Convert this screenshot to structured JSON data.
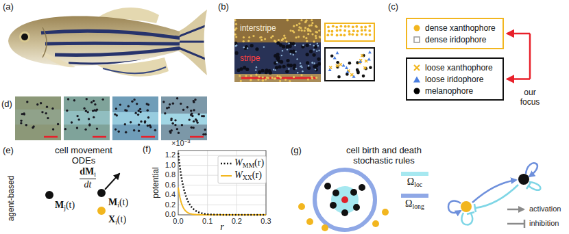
{
  "diagram": {
    "nodes": [
      {
        "text": [
          "dense xanthophore",
          "dense iridophore"
        ]
      },
      {
        "text": [
          "loose xanthophore",
          "loose iridophore",
          "melanophore"
        ]
      }
    ],
    "labels": [
      "(a)",
      "(b)",
      "interstripe",
      "stripe",
      "(c)",
      "our focus",
      "(d)",
      "(e)",
      "agent-based",
      "cell movement",
      "ODEs",
      "dMi",
      "dt",
      "Mj(t)",
      "Mi(t)",
      "Xi(t)",
      "(f)",
      "×10−3",
      "1.2",
      "1.0",
      "0.8",
      "0.6",
      "0.4",
      "0.2",
      "0.0",
      "0.0",
      "0.1",
      "0.2",
      "0.3",
      "potential",
      "r",
      "(g)",
      "cell birth and death",
      "stochastic rules"
    ],
    "legend": [
      {
        "text": "WMM(r)"
      },
      {
        "text": "WXX(r)"
      },
      {
        "text": "Ωloc",
        "color": "#a6e8f0"
      },
      {
        "text": "Ωlong",
        "color": "#8fa8e6"
      },
      {
        "text": "activation"
      },
      {
        "text": "inhibition"
      }
    ]
  }
}
